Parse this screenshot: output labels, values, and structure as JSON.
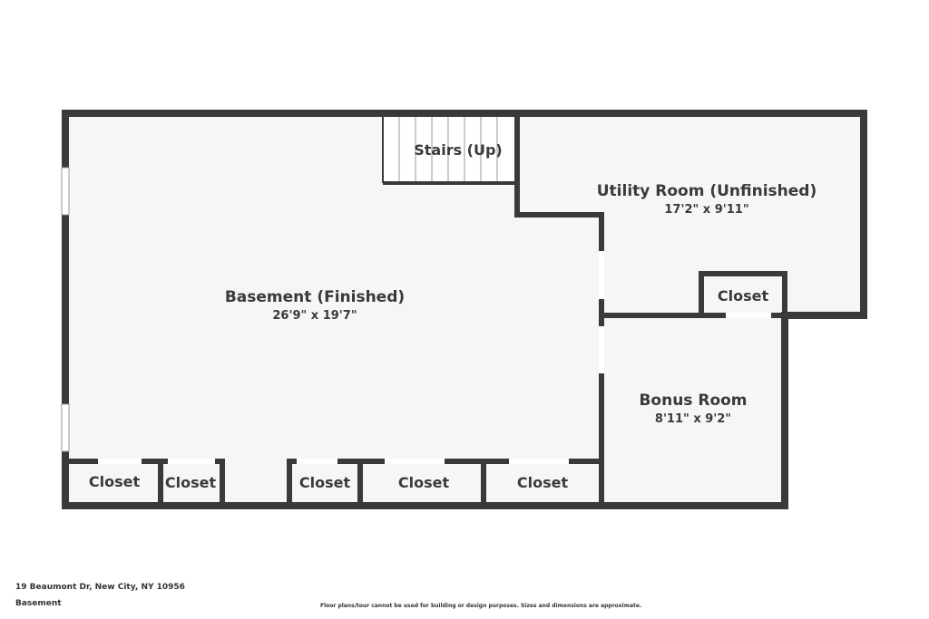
{
  "colors": {
    "wall": "#3a3a3a",
    "floor": "#f6f6f6",
    "opening": "#ffffff",
    "window": "#ffffff"
  },
  "rooms": {
    "basement": {
      "name": "Basement (Finished)",
      "dims": "26'9\" x 19'7\""
    },
    "utility": {
      "name": "Utility Room (Unfinished)",
      "dims": "17'2\" x 9'11\""
    },
    "bonus": {
      "name": "Bonus Room",
      "dims": "8'11\" x 9'2\""
    },
    "stairs": {
      "name": "Stairs (Up)"
    },
    "utility_closet": {
      "name": "Closet"
    },
    "closets": [
      "Closet",
      "Closet",
      "Closet",
      "Closet",
      "Closet"
    ]
  },
  "footer": {
    "address": "19 Beaumont Dr, New City, NY 10956",
    "level": "Basement",
    "disclaimer": "Floor plans/tour cannot be used for building or design purposes. Sizes and dimensions are approximate."
  }
}
